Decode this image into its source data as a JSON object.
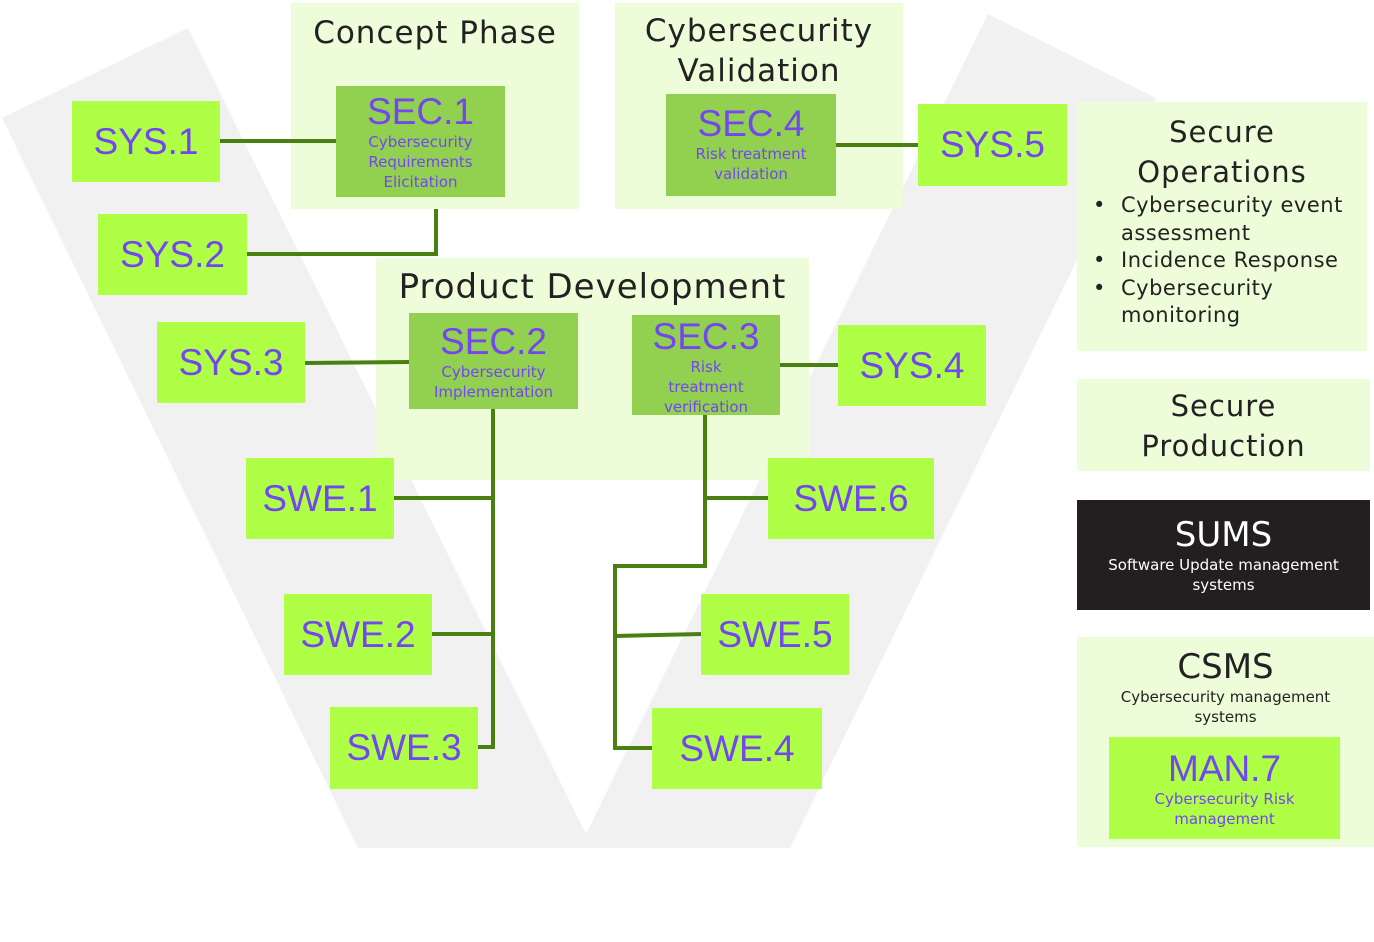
{
  "phases": {
    "concept": {
      "title": "Concept Phase"
    },
    "validation": {
      "title_line1": "Cybersecurity",
      "title_line2": "Validation"
    },
    "development": {
      "title": "Product Development"
    }
  },
  "sec_nodes": {
    "sec1": {
      "code": "SEC.1",
      "desc_lines": [
        "Cybersecurity",
        "Requirements",
        "Elicitation"
      ]
    },
    "sec2": {
      "code": "SEC.2",
      "desc_lines": [
        "Cybersecurity",
        "Implementation"
      ]
    },
    "sec3": {
      "code": "SEC.3",
      "desc_lines": [
        "Risk",
        "treatment",
        "verification"
      ]
    },
    "sec4": {
      "code": "SEC.4",
      "desc_lines": [
        "Risk treatment",
        "validation"
      ]
    }
  },
  "process_nodes": {
    "sys1": "SYS.1",
    "sys2": "SYS.2",
    "sys3": "SYS.3",
    "sys4": "SYS.4",
    "sys5": "SYS.5",
    "swe1": "SWE.1",
    "swe2": "SWE.2",
    "swe3": "SWE.3",
    "swe4": "SWE.4",
    "swe5": "SWE.5",
    "swe6": "SWE.6"
  },
  "side_panels": {
    "secure_operations": {
      "title_line1": "Secure",
      "title_line2": "Operations",
      "items": [
        {
          "line1": "Cybersecurity event",
          "line2": "assessment"
        },
        {
          "line1": "Incidence Response",
          "line2": ""
        },
        {
          "line1": "Cybersecurity",
          "line2": "monitoring"
        }
      ]
    },
    "secure_production": {
      "title_line1": "Secure",
      "title_line2": "Production"
    },
    "sums": {
      "title": "SUMS",
      "desc_line1": "Software Update management",
      "desc_line2": "systems"
    },
    "csms": {
      "title": "CSMS",
      "desc_line1": "Cybersecurity management",
      "desc_line2": "systems",
      "man7": {
        "code": "MAN.7",
        "desc_line1": "Cybersecurity Risk",
        "desc_line2": "management"
      }
    }
  },
  "colors": {
    "phase_bg": "#edfcd9",
    "sec_bg": "#92d050",
    "node_bg": "#b0ff47",
    "text_purple": "#7346f0",
    "connector": "#4a8010",
    "v_shape": "#f1f1f1",
    "sums_bg": "#231f20"
  }
}
